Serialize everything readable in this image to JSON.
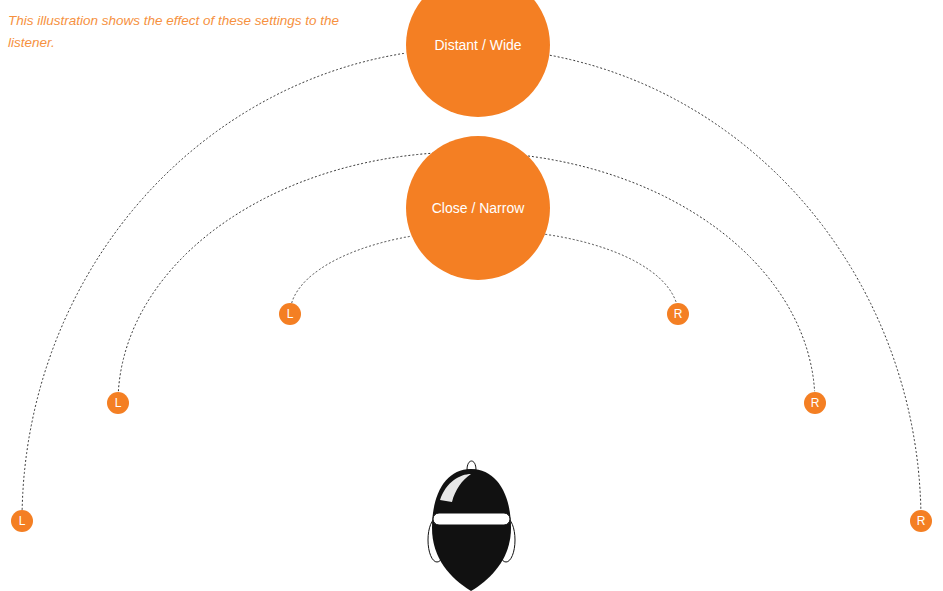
{
  "diagram": {
    "caption": "This illustration shows the effect of these settings to the listener.",
    "nodes": [
      {
        "text": [
          "Distant / Wide"
        ]
      },
      {
        "text": [
          "Close / Narrow"
        ]
      },
      {
        "text": [
          "L"
        ]
      },
      {
        "text": [
          "R"
        ]
      },
      {
        "text": [
          "L"
        ]
      },
      {
        "text": [
          "R"
        ]
      },
      {
        "text": [
          "L"
        ]
      },
      {
        "text": [
          "R"
        ]
      }
    ],
    "edges": [
      {
        "from": 2,
        "to": 1,
        "arrow": "none"
      },
      {
        "from": 1,
        "to": 3,
        "arrow": "none"
      },
      {
        "from": 4,
        "to": 5,
        "arrow": "none"
      },
      {
        "from": 6,
        "to": 0,
        "arrow": "none"
      },
      {
        "from": 0,
        "to": 7,
        "arrow": "none"
      }
    ]
  }
}
